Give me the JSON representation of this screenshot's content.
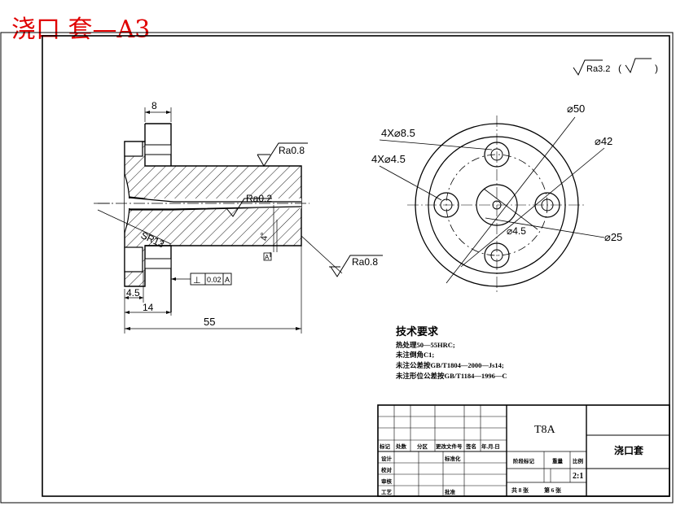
{
  "title": "浇口 套—A3",
  "surface_note": {
    "ra": "Ra3.2",
    "open": "(",
    "close": ")"
  },
  "dims": {
    "d8": "8",
    "d55": "55",
    "d14": "14",
    "d45": "4.5",
    "ra08_top": "Ra0.8",
    "ra02": "Ra0.2",
    "ra08_right": "Ra0.8",
    "sr13": "SR13",
    "angle4": "4°",
    "datum": "A",
    "tol_sym": "⊥",
    "tol_val": "0.02",
    "tol_ref": "A",
    "phi50": "⌀50",
    "phi42": "⌀42",
    "phi25": "⌀25",
    "phi45": "⌀4.5",
    "holes85": "4X⌀8.5",
    "holes45": "4X⌀4.5"
  },
  "tech": {
    "heading": "技术要求",
    "lines": [
      "热处理50—55HRC;",
      "未注倒角C1;",
      "未注公差按GB/T1804—2000—Js14;",
      "未注形位公差按GB/T1184—1996—C"
    ]
  },
  "titleblock": {
    "material": "T8A",
    "part_name": "浇口套",
    "scale": "2:1",
    "sheets": "共 8 张",
    "sheet_no": "第 6 张",
    "r_mark": "标记",
    "r_count": "处数",
    "r_zone": "分区",
    "r_doc": "更改文件号",
    "r_sign": "签名",
    "r_date": "年.月.日",
    "design": "设计",
    "stdz": "标准化",
    "check": "校对",
    "review": "审核",
    "process": "工艺",
    "approve": "批准",
    "stage": "阶段标记",
    "weight": "重量",
    "ratio": "比例"
  }
}
